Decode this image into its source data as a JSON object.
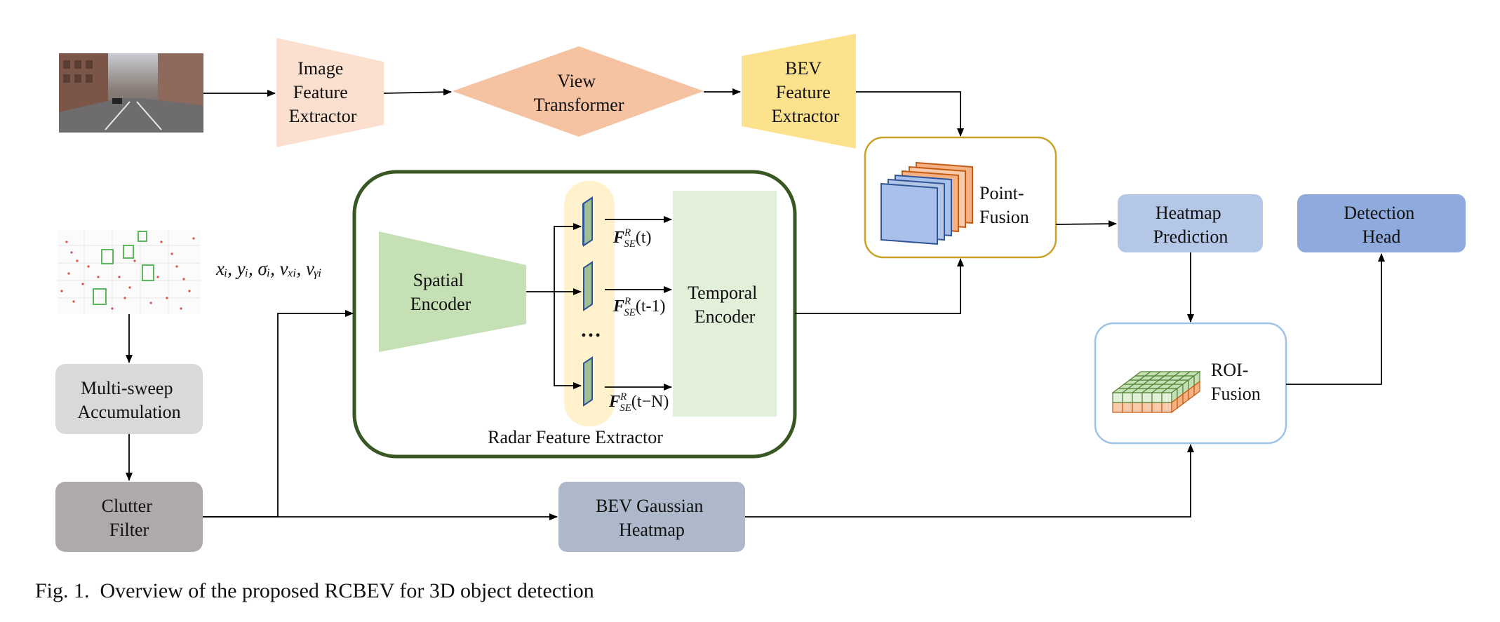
{
  "blocks": {
    "image_feature_extractor": [
      "Image",
      "Feature",
      "Extractor"
    ],
    "view_transformer": [
      "View",
      "Transformer"
    ],
    "bev_feature_extractor": [
      "BEV",
      "Feature",
      "Extractor"
    ],
    "point_fusion": [
      "Point-",
      "Fusion"
    ],
    "heatmap_prediction": [
      "Heatmap",
      "Prediction"
    ],
    "detection_head": [
      "Detection",
      "Head"
    ],
    "roi_fusion": [
      "ROI-",
      "Fusion"
    ],
    "multi_sweep": [
      "Multi-sweep",
      "Accumulation"
    ],
    "clutter_filter": [
      "Clutter",
      "Filter"
    ],
    "bev_gaussian": [
      "BEV Gaussian",
      "Heatmap"
    ],
    "spatial_encoder": [
      "Spatial",
      "Encoder"
    ],
    "temporal_encoder": [
      "Temporal",
      "Encoder"
    ],
    "radar_feature_extractor": "Radar Feature Extractor"
  },
  "radar_input_vars": "xᵢ, yᵢ, σᵢ, vₓᵢ, vᵧᵢ",
  "feature_labels": {
    "f_symbol": "F",
    "superscript": "R",
    "subscript": "SE",
    "t0": "(t)",
    "t1": "(t-1)",
    "ellipsis": "…",
    "tn": "(t−N)"
  },
  "caption": "Fig. 1.  Overview of the proposed RCBEV for 3D object detection",
  "colors": {
    "image_fe": "#fbe0cf",
    "view_tf": "#f5c3a1",
    "bev_fe": "#fde28e",
    "point_fusion_border": "#c9a227",
    "heatmap_pred": "#b4c7e7",
    "detection_head": "#8faadc",
    "roi_border": "#9dc3e6",
    "multi_sweep": "#d9d9d9",
    "clutter": "#aeaaaa",
    "bev_gaussian": "#adb9ca",
    "radar_border": "#385723",
    "spatial": "#c5e0b4",
    "temporal": "#e2f0d9",
    "feature_band": "#fff2cc"
  }
}
